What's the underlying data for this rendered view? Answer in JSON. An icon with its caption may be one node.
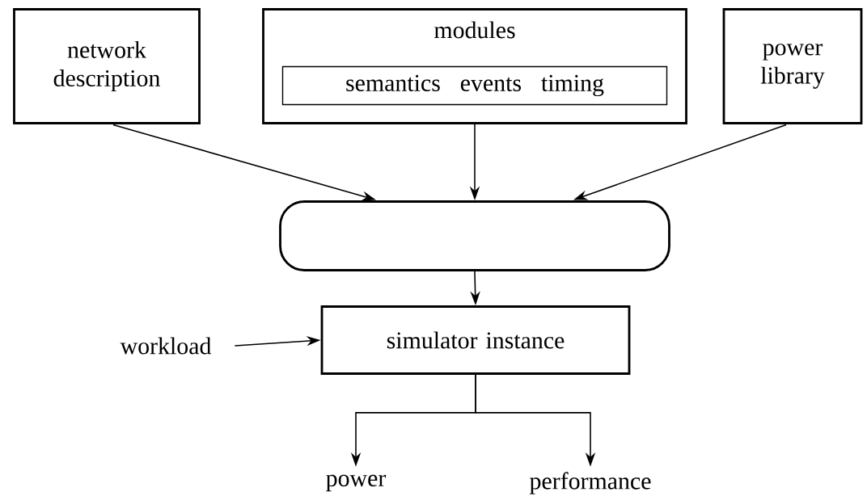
{
  "diagram": {
    "nodes": [
      {
        "text": [
          "network description"
        ]
      },
      {
        "text": [
          "modules"
        ]
      },
      {
        "text": [
          "semantics",
          "events",
          "timing"
        ],
        "in": 1
      },
      {
        "text": [
          "power library"
        ]
      },
      {
        "text": [],
        "shape": "box"
      },
      {
        "text": [
          "workload"
        ]
      },
      {
        "text": [
          "simulator instance"
        ]
      },
      {
        "text": [
          "power"
        ]
      },
      {
        "text": [
          "performance"
        ]
      }
    ],
    "edges": [
      {
        "from": 0,
        "to": 4,
        "arrow": "to"
      },
      {
        "from": 1,
        "to": 4,
        "arrow": "to"
      },
      {
        "from": 3,
        "to": 4,
        "arrow": "to"
      },
      {
        "from": 4,
        "to": 6,
        "arrow": "to"
      },
      {
        "from": 5,
        "to": 6,
        "arrow": "to"
      },
      {
        "from": 6,
        "to": 7,
        "arrow": "to"
      },
      {
        "from": 6,
        "to": 8,
        "arrow": "to"
      }
    ]
  }
}
